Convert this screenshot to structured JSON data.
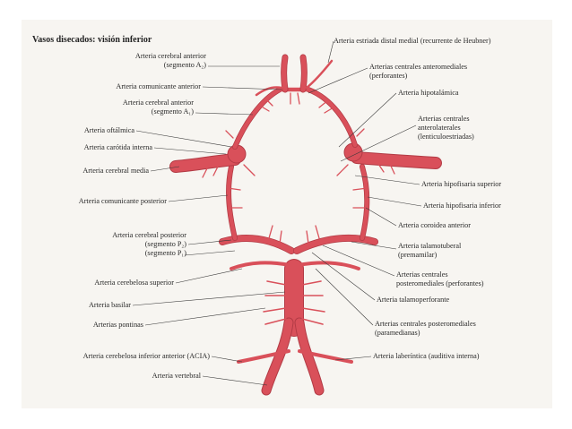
{
  "title": "Vasos disecados: visión inferior",
  "labels_left": {
    "cerebral_anterior_a2": [
      "Arteria cerebral anterior",
      "(segmento A₂)"
    ],
    "comunicante_anterior": [
      "Arteria comunicante anterior"
    ],
    "cerebral_anterior_a1": [
      "Arteria cerebral anterior",
      "(segmento A₁)"
    ],
    "oftalmica": [
      "Arteria oftálmica"
    ],
    "carotida_interna": [
      "Arteria carótida interna"
    ],
    "cerebral_media": [
      "Arteria cerebral media"
    ],
    "comunicante_posterior": [
      "Arteria comunicante posterior"
    ],
    "cerebral_posterior": [
      "Arteria cerebral posterior",
      "(segmento P₂)",
      "(segmento P₁)"
    ],
    "cerebelosa_superior": [
      "Arteria cerebelosa superior"
    ],
    "basilar": [
      "Arteria basilar"
    ],
    "pontinas": [
      "Arterias pontinas"
    ],
    "cerebelosa_inferior_anterior": [
      "Arteria cerebelosa inferior anterior (ACIA)"
    ],
    "vertebral": [
      "Arteria vertebral"
    ]
  },
  "labels_right": {
    "estriada_distal": [
      "Arteria estriada distal medial (recurrente de Heubner)"
    ],
    "centrales_anteromediales": [
      "Arterias centrales anteromediales",
      "(perforantes)"
    ],
    "hipotalamica": [
      "Arteria hipotalámica"
    ],
    "centrales_anterolaterales": [
      "Arterias centrales",
      "anterolaterales",
      "(lenticuloestriadas)"
    ],
    "hipofisaria_superior": [
      "Arteria hipofisaria superior"
    ],
    "hipofisaria_inferior": [
      "Arteria hipofisaria inferior"
    ],
    "coroidea_anterior": [
      "Arteria coroidea anterior"
    ],
    "talamotuberal": [
      "Arteria talamotuberal",
      "(premamilar)"
    ],
    "centrales_posteromediales_perf": [
      "Arterias centrales",
      "posteromediales (perforantes)"
    ],
    "talamoperforante": [
      "Arteria talamoperforante"
    ],
    "centrales_posteromediales_param": [
      "Arterias centrales posteromediales",
      "(paramedianas)"
    ],
    "laberintica": [
      "Arteria laberíntica (auditiva interna)"
    ]
  },
  "colors": {
    "vessel": "#d9505a",
    "vessel_edge": "#b23b45",
    "panel": "#f7f5f1",
    "text": "#2a2a2a"
  }
}
